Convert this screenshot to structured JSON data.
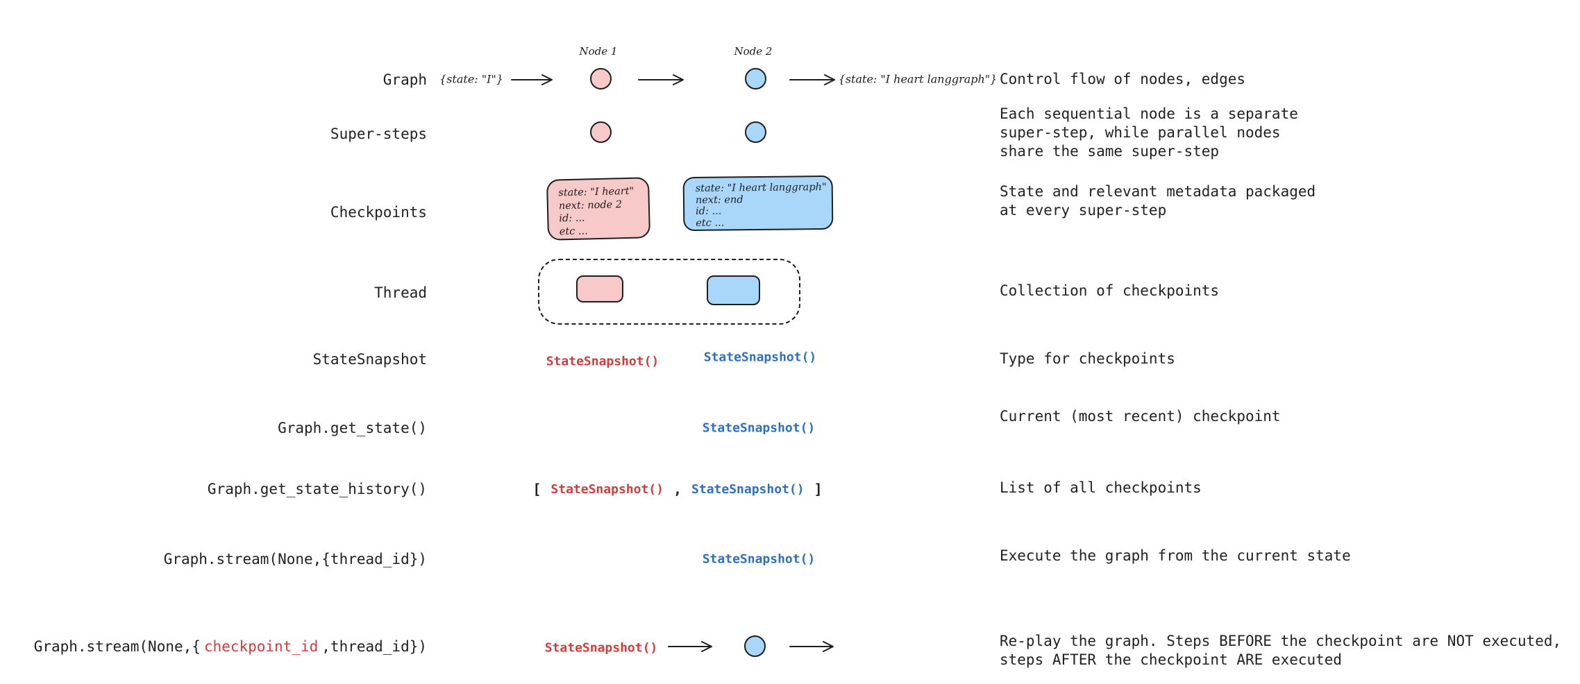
{
  "colors": {
    "pink_fill": "#f7c9c9",
    "blue_fill": "#a8d7fa",
    "stroke": "#1e1e1e",
    "ink": "#212121",
    "red_text": "#d23c3c",
    "blue_text": "#2f6fc2"
  },
  "diagram": {
    "rows": [
      {
        "label": "Graph",
        "input_state": "{state: \"I\"}",
        "node1_label": "Node 1",
        "node2_label": "Node 2",
        "output_state": "{state: \"I heart langgraph\"}",
        "description": "Control flow of nodes, edges"
      },
      {
        "label": "Super-steps",
        "description": "Each sequential node is a separate\nsuper-step, while parallel nodes\nshare the same super-step"
      },
      {
        "label": "Checkpoints",
        "pink_lines": [
          "state: \"I heart\"",
          "next: node 2",
          "id: ...",
          "etc ..."
        ],
        "blue_lines": [
          "state: \"I heart langgraph\"",
          "next: end",
          "id: ...",
          "etc ..."
        ],
        "description": "State and relevant metadata packaged\nat every super-step"
      },
      {
        "label": "Thread",
        "description": "Collection of checkpoints"
      },
      {
        "label": "StateSnapshot",
        "red_snapshot": "StateSnapshot()",
        "blue_snapshot": "StateSnapshot()",
        "description": "Type for checkpoints"
      },
      {
        "label": "Graph.get_state()",
        "blue_snapshot": "StateSnapshot()",
        "description": "Current (most recent) checkpoint"
      },
      {
        "label": "Graph.get_state_history()",
        "bracket_open": "[",
        "red_snapshot": "StateSnapshot()",
        "comma": ",",
        "blue_snapshot": "StateSnapshot()",
        "bracket_close": "]",
        "description": "List of all checkpoints"
      },
      {
        "label": "Graph.stream(None,{thread_id})",
        "blue_snapshot": "StateSnapshot()",
        "description": "Execute the graph from the current state"
      },
      {
        "label_prefix": "Graph.stream(None,{",
        "label_highlight": "checkpoint_id",
        "label_suffix": ",thread_id})",
        "red_snapshot": "StateSnapshot()",
        "description": "Re-play the graph. Steps BEFORE the checkpoint are NOT executed,\nsteps AFTER the checkpoint ARE executed"
      }
    ]
  }
}
